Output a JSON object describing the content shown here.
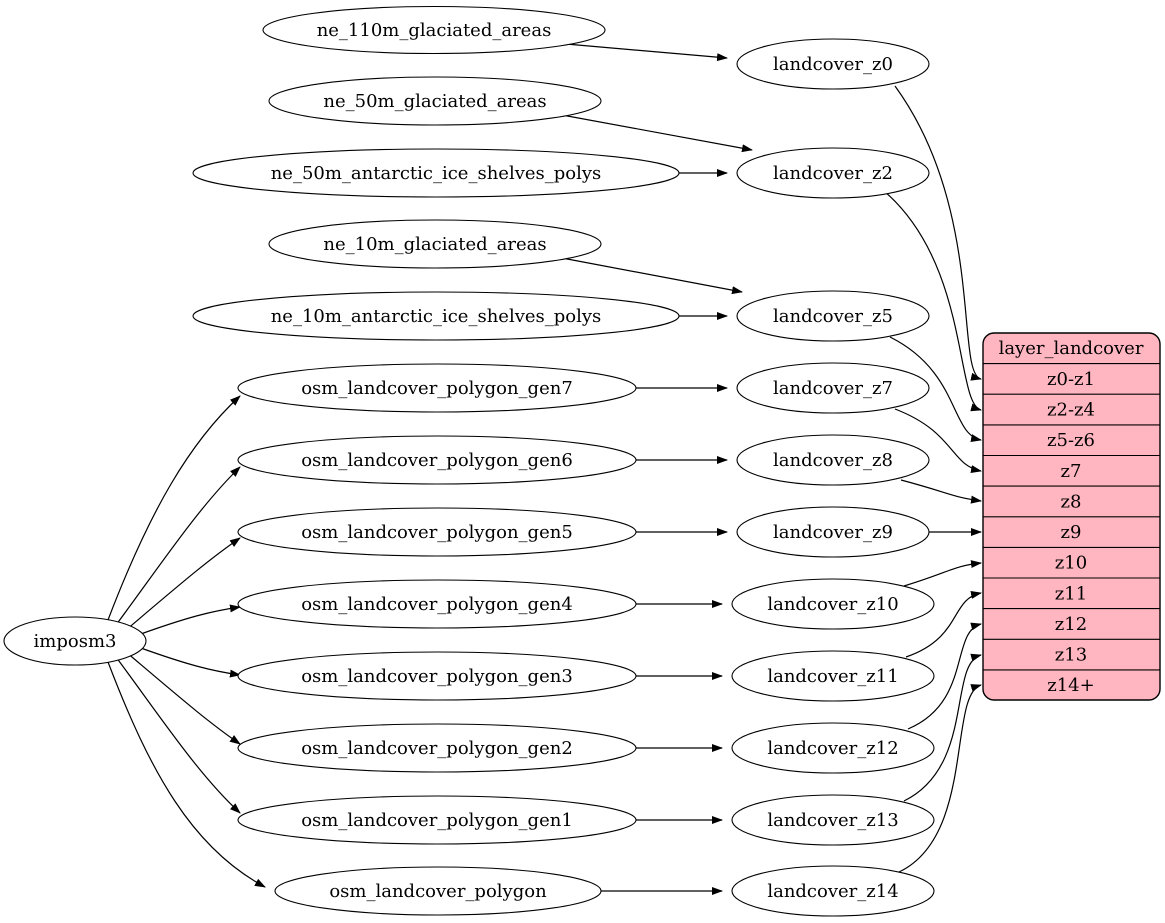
{
  "nodes": {
    "imposm3": "imposm3",
    "ne_110m_glaciated_areas": "ne_110m_glaciated_areas",
    "ne_50m_glaciated_areas": "ne_50m_glaciated_areas",
    "ne_50m_antarctic_ice_shelves_polys": "ne_50m_antarctic_ice_shelves_polys",
    "ne_10m_glaciated_areas": "ne_10m_glaciated_areas",
    "ne_10m_antarctic_ice_shelves_polys": "ne_10m_antarctic_ice_shelves_polys",
    "osm_landcover_polygon_gen7": "osm_landcover_polygon_gen7",
    "osm_landcover_polygon_gen6": "osm_landcover_polygon_gen6",
    "osm_landcover_polygon_gen5": "osm_landcover_polygon_gen5",
    "osm_landcover_polygon_gen4": "osm_landcover_polygon_gen4",
    "osm_landcover_polygon_gen3": "osm_landcover_polygon_gen3",
    "osm_landcover_polygon_gen2": "osm_landcover_polygon_gen2",
    "osm_landcover_polygon_gen1": "osm_landcover_polygon_gen1",
    "osm_landcover_polygon": "osm_landcover_polygon",
    "landcover_z0": "landcover_z0",
    "landcover_z2": "landcover_z2",
    "landcover_z5": "landcover_z5",
    "landcover_z7": "landcover_z7",
    "landcover_z8": "landcover_z8",
    "landcover_z9": "landcover_z9",
    "landcover_z10": "landcover_z10",
    "landcover_z11": "landcover_z11",
    "landcover_z12": "landcover_z12",
    "landcover_z13": "landcover_z13",
    "landcover_z14": "landcover_z14"
  },
  "table": {
    "title": "layer_landcover",
    "rows": [
      "z0-z1",
      "z2-z4",
      "z5-z6",
      "z7",
      "z8",
      "z9",
      "z10",
      "z11",
      "z12",
      "z13",
      "z14+"
    ]
  },
  "edges": [
    {
      "from": "imposm3",
      "to": "osm_landcover_polygon_gen7"
    },
    {
      "from": "imposm3",
      "to": "osm_landcover_polygon_gen6"
    },
    {
      "from": "imposm3",
      "to": "osm_landcover_polygon_gen5"
    },
    {
      "from": "imposm3",
      "to": "osm_landcover_polygon_gen4"
    },
    {
      "from": "imposm3",
      "to": "osm_landcover_polygon_gen3"
    },
    {
      "from": "imposm3",
      "to": "osm_landcover_polygon_gen2"
    },
    {
      "from": "imposm3",
      "to": "osm_landcover_polygon_gen1"
    },
    {
      "from": "imposm3",
      "to": "osm_landcover_polygon"
    },
    {
      "from": "ne_110m_glaciated_areas",
      "to": "landcover_z0"
    },
    {
      "from": "ne_50m_glaciated_areas",
      "to": "landcover_z2"
    },
    {
      "from": "ne_50m_antarctic_ice_shelves_polys",
      "to": "landcover_z2"
    },
    {
      "from": "ne_10m_glaciated_areas",
      "to": "landcover_z5"
    },
    {
      "from": "ne_10m_antarctic_ice_shelves_polys",
      "to": "landcover_z5"
    },
    {
      "from": "osm_landcover_polygon_gen7",
      "to": "landcover_z7"
    },
    {
      "from": "osm_landcover_polygon_gen6",
      "to": "landcover_z8"
    },
    {
      "from": "osm_landcover_polygon_gen5",
      "to": "landcover_z9"
    },
    {
      "from": "osm_landcover_polygon_gen4",
      "to": "landcover_z10"
    },
    {
      "from": "osm_landcover_polygon_gen3",
      "to": "landcover_z11"
    },
    {
      "from": "osm_landcover_polygon_gen2",
      "to": "landcover_z12"
    },
    {
      "from": "osm_landcover_polygon_gen1",
      "to": "landcover_z13"
    },
    {
      "from": "osm_landcover_polygon",
      "to": "landcover_z14"
    },
    {
      "from": "landcover_z0",
      "to": "layer_landcover.z0-z1"
    },
    {
      "from": "landcover_z2",
      "to": "layer_landcover.z2-z4"
    },
    {
      "from": "landcover_z5",
      "to": "layer_landcover.z5-z6"
    },
    {
      "from": "landcover_z7",
      "to": "layer_landcover.z7"
    },
    {
      "from": "landcover_z8",
      "to": "layer_landcover.z8"
    },
    {
      "from": "landcover_z9",
      "to": "layer_landcover.z9"
    },
    {
      "from": "landcover_z10",
      "to": "layer_landcover.z10"
    },
    {
      "from": "landcover_z11",
      "to": "layer_landcover.z11"
    },
    {
      "from": "landcover_z12",
      "to": "layer_landcover.z12"
    },
    {
      "from": "landcover_z13",
      "to": "layer_landcover.z13"
    },
    {
      "from": "landcover_z14",
      "to": "layer_landcover.z14+"
    }
  ],
  "colors": {
    "table_fill": "#ffb6c1",
    "node_fill": "#ffffff",
    "stroke": "#000000",
    "text": "#000000"
  }
}
